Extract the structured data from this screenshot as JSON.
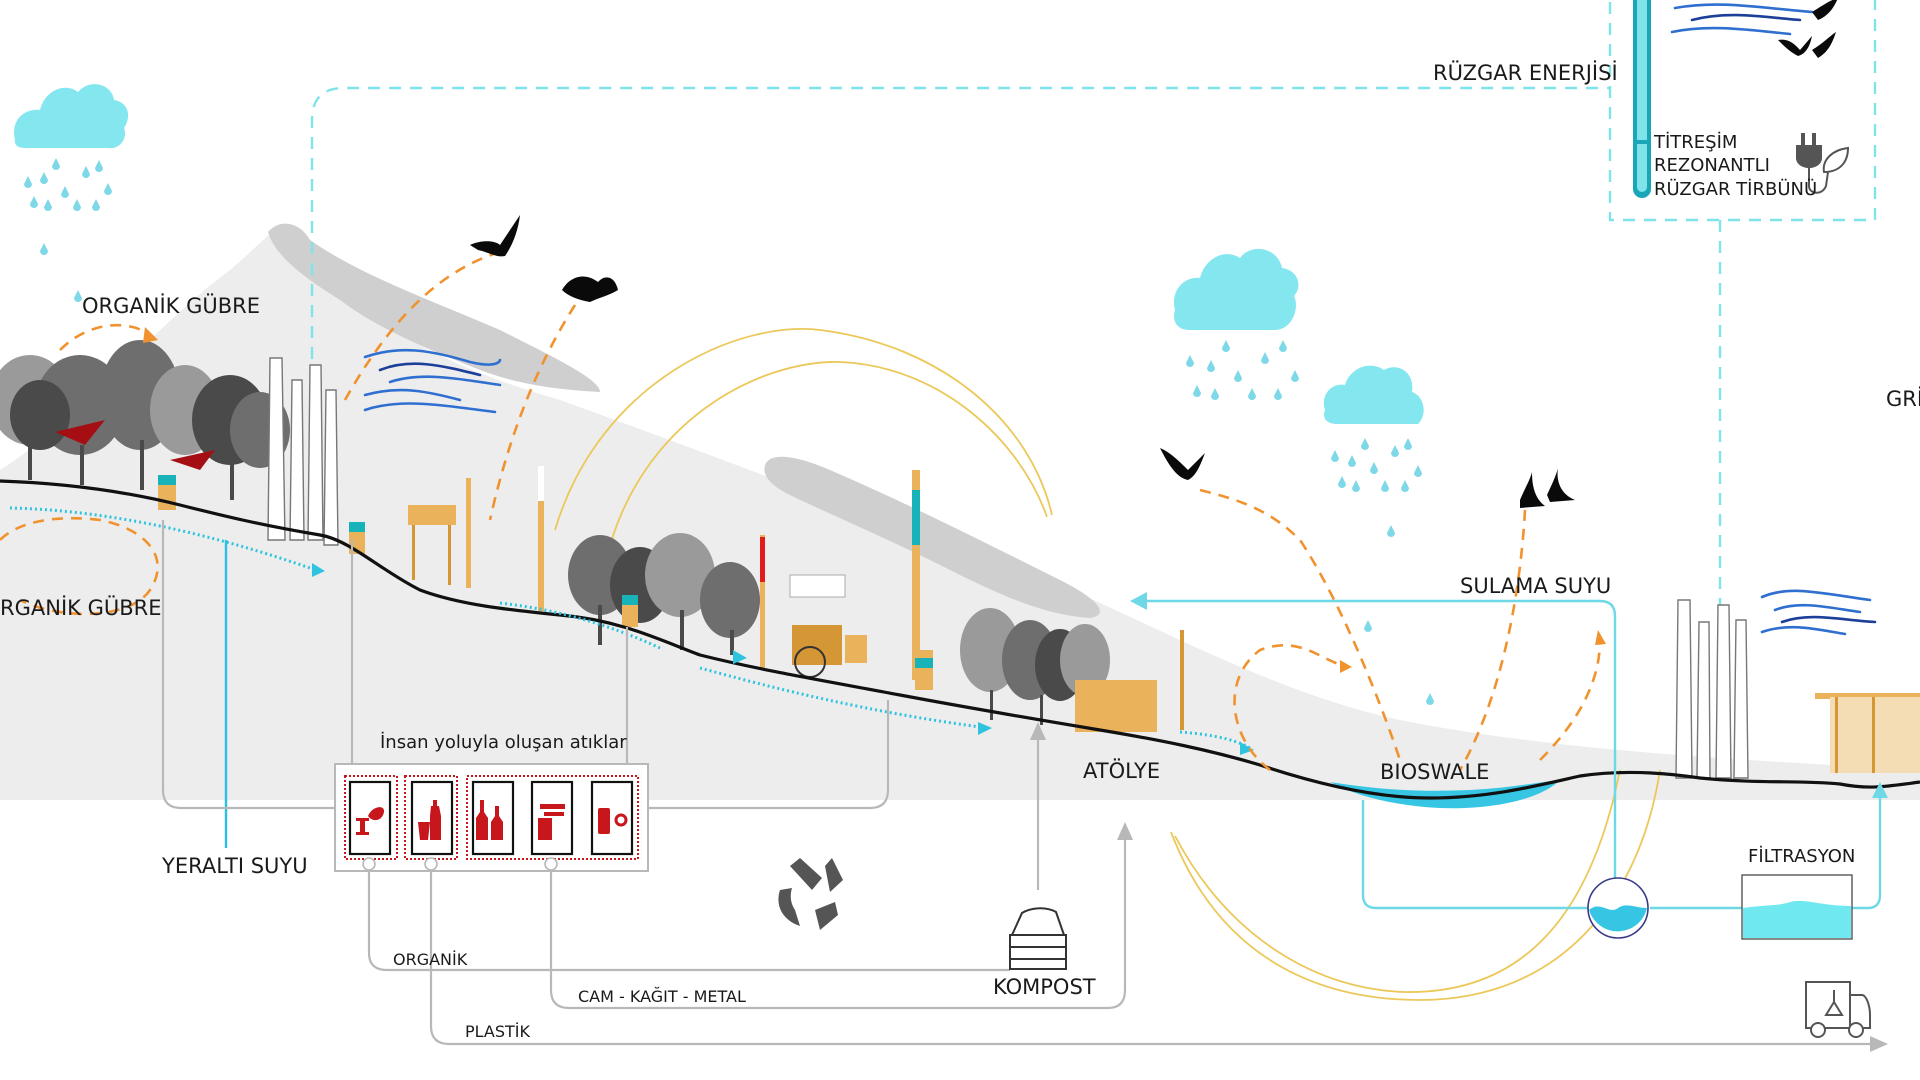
{
  "diagram": {
    "type": "landscape-section-ecosystem-flow",
    "labels": {
      "wind_energy": "RÜZGAR ENERJİSİ",
      "turbine_line1": "TİTREŞİM",
      "turbine_line2": "REZONANTLI",
      "turbine_line3": "RÜZGAR TİRBÜNÜ",
      "organic_fertilizer_top": "ORGANİK GÜBRE",
      "organic_fertilizer_bottom": "RGANİK GÜBRE",
      "groundwater": "YERALTI SUYU",
      "human_waste": "İnsan yoluyla oluşan atıklar",
      "organic": "ORGANİK",
      "glass_paper_metal": "CAM - KAĞIT - METAL",
      "plastic": "PLASTİK",
      "compost": "KOMPOST",
      "workshop": "ATÖLYE",
      "irrigation_water": "SULAMA SUYU",
      "bioswale": "BIOSWALE",
      "filtration": "FİLTRASYON",
      "grey_partial": "GRİ"
    },
    "waste_bins": [
      {
        "name": "organic-bin",
        "icon": "apple-core-leaf-icon"
      },
      {
        "name": "plastic-bin",
        "icon": "cup-bottle-icon"
      },
      {
        "name": "glass-bin",
        "icon": "bottles-icon"
      },
      {
        "name": "paper-bin",
        "icon": "paper-icon"
      },
      {
        "name": "metal-bin",
        "icon": "can-gear-icon"
      }
    ],
    "icons": {
      "recycle": "recycle-leaf-icon",
      "compost": "compost-crate-icon",
      "truck": "delivery-truck-plant-icon",
      "plug": "plug-leaf-icon"
    },
    "colors": {
      "cloud": "#84e6ef",
      "water": "#36c6e4",
      "flow_orange": "#f0922e",
      "dashed_cyan": "#7fe3ea",
      "waste_red": "#c8161d",
      "wood": "#eab25a",
      "terrain_fill": "#ededed",
      "terrain_shadow": "#cfcfcf"
    }
  }
}
